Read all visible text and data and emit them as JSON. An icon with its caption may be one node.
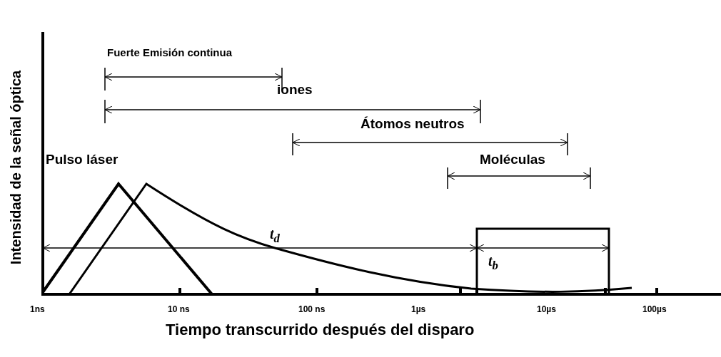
{
  "diagram": {
    "labels": [
      "Intensidad de la señal óptica",
      "Fuerte Emisión continua",
      "iones",
      "Átomos neutros",
      "Pulso láser",
      "Moléculas",
      "t$_{d}$",
      "t$_{b}$",
      "1ns",
      "10 ns",
      "100 ns",
      "1µs",
      "10µs",
      "100µs",
      "Tiempo transcurrido después del disparo"
    ]
  }
}
